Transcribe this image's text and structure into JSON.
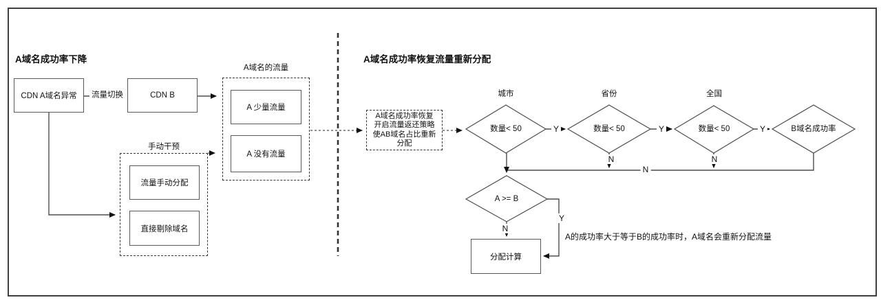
{
  "left": {
    "title": "A域名成功率下降",
    "cdn_a": "CDN A域名异常",
    "switch_label": "流量切换",
    "cdn_b": "CDN B",
    "group_a_title": "A域名的流量",
    "a_low": "A 少量流量",
    "a_no": "A 没有流量",
    "manual_title": "手动干预",
    "manual_alloc": "流量手动分配",
    "remove_domain": "直接剔除域名"
  },
  "right": {
    "title": "A域名成功率恢复流量重新分配",
    "strategy_lines": [
      "A域名成功率恢复",
      "开启流量返还策略",
      "使AB域名占比重新",
      "分配"
    ],
    "captions": {
      "city": "城市",
      "province": "省份",
      "national": "全国"
    },
    "diamonds": {
      "city": "数量< 50",
      "province": "数量< 50",
      "national": "数量< 50",
      "b_success": "B域名成功率",
      "ab_compare": "A >= B"
    },
    "alloc_box": "分配计算",
    "annotation": "A的成功率大于等于B的成功率时，A域名会重新分配流量",
    "labels": {
      "yes": "Y",
      "no": "N"
    }
  },
  "colors": {
    "line": "#4d4d4d",
    "text": "#111111",
    "background": "#ffffff"
  }
}
